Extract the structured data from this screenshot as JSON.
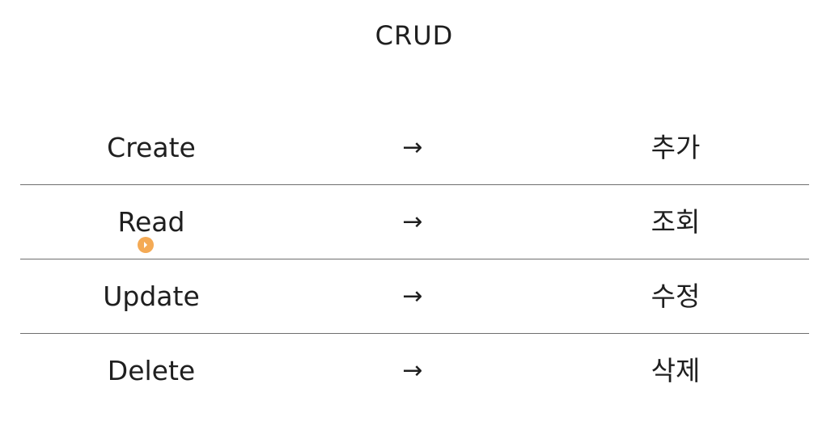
{
  "title": "CRUD",
  "rows": [
    {
      "english": "Create",
      "arrow": "→",
      "korean": "추가"
    },
    {
      "english": "Read",
      "arrow": "→",
      "korean": "조회"
    },
    {
      "english": "Update",
      "arrow": "→",
      "korean": "수정"
    },
    {
      "english": "Delete",
      "arrow": "→",
      "korean": "삭제"
    }
  ]
}
